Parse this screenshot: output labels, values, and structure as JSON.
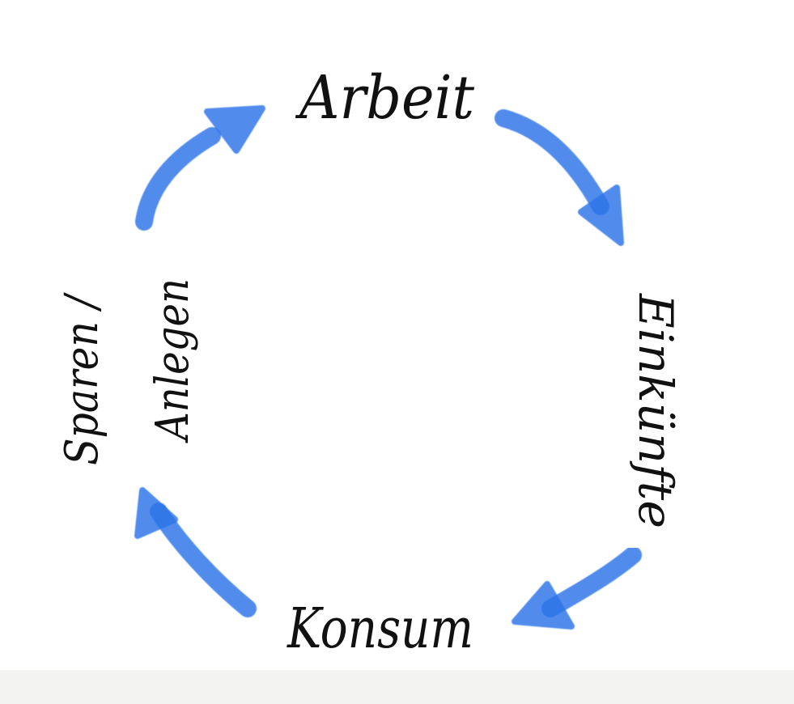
{
  "diagram": {
    "nodes": {
      "top": "Arbeit",
      "right": "Einkünfte",
      "bottom": "Konsum",
      "left_line1": "Sparen /",
      "left_line2": "Anlegen"
    },
    "arrow_color": "#2a73e8",
    "text_color": "#111111",
    "cycle_direction": "clockwise"
  }
}
